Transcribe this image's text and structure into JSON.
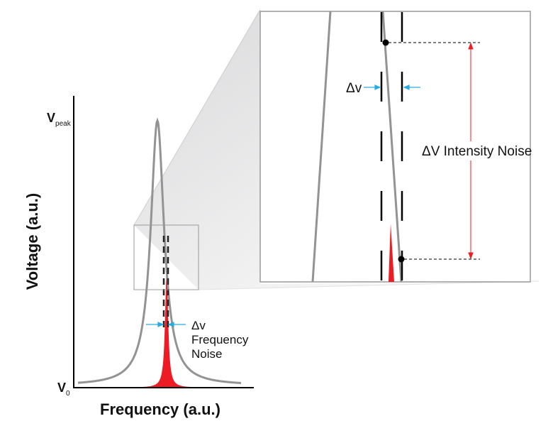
{
  "axes": {
    "x_title": "Frequency (a.u.)",
    "y_title": "Voltage (a.u.)",
    "y_top_label": {
      "main": "V",
      "sub": "peak"
    },
    "y_bottom_label": {
      "main": "V",
      "sub": "0"
    }
  },
  "annotations": {
    "delta_nu": "Δv",
    "freq_noise_line1": "Frequency",
    "freq_noise_line2": "Noise",
    "zoom_delta_nu": "Δv",
    "intensity_noise": "ΔV Intensity Noise"
  },
  "colors": {
    "curve": "#939393",
    "noise": "#ed1c24",
    "arrow_blue": "#29abe2",
    "arrow_red": "#ed1c24",
    "axis": "#000000"
  }
}
